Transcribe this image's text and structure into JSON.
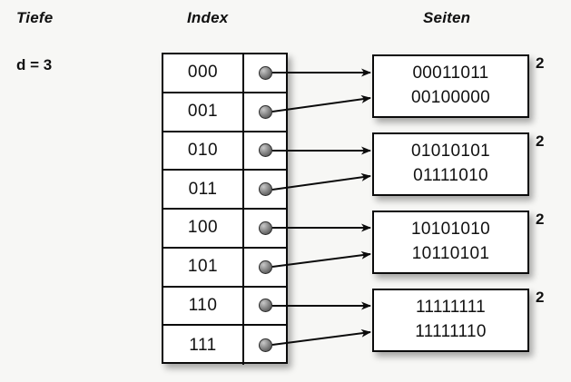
{
  "headings": {
    "depth": "Tiefe",
    "index": "Index",
    "pages": "Seiten"
  },
  "depth": {
    "label": "d = 3",
    "value": 3
  },
  "index_table": {
    "rows": [
      {
        "key": "000",
        "pointer": "pointer-dot",
        "target_page": 0
      },
      {
        "key": "001",
        "pointer": "pointer-dot",
        "target_page": 0
      },
      {
        "key": "010",
        "pointer": "pointer-dot",
        "target_page": 1
      },
      {
        "key": "011",
        "pointer": "pointer-dot",
        "target_page": 1
      },
      {
        "key": "100",
        "pointer": "pointer-dot",
        "target_page": 2
      },
      {
        "key": "101",
        "pointer": "pointer-dot",
        "target_page": 2
      },
      {
        "key": "110",
        "pointer": "pointer-dot",
        "target_page": 3
      },
      {
        "key": "111",
        "pointer": "pointer-dot",
        "target_page": 3
      }
    ]
  },
  "pages": [
    {
      "line1": "00011011",
      "line2": "00100000",
      "count": "2"
    },
    {
      "line1": "01010101",
      "line2": "01111010",
      "count": "2"
    },
    {
      "line1": "10101010",
      "line2": "10110101",
      "count": "2"
    },
    {
      "line1": "11111111",
      "line2": "11111110",
      "count": "2"
    }
  ],
  "colors": {
    "background": "#f7f7f5",
    "stroke": "#0b0b0b",
    "box_fill": "#ffffff",
    "dot": "#6b6b6b",
    "text": "#111111"
  }
}
